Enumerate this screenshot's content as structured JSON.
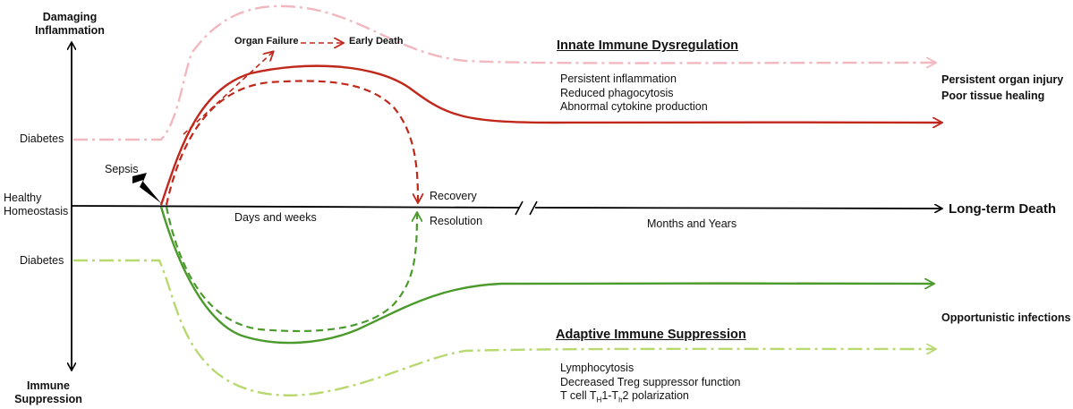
{
  "axis": {
    "top_label_line1": "Damaging",
    "top_label_line2": "Inflammation",
    "bottom_label_line1": "Immune",
    "bottom_label_line2": "Suppression",
    "healthy_line1": "Healthy",
    "healthy_line2": "Homeostasis",
    "diabetes_upper": "Diabetes",
    "diabetes_lower": "Diabetes",
    "sepsis": "Sepsis",
    "days_weeks": "Days and weeks",
    "months_years": "Months and Years",
    "long_term_death": "Long-term Death"
  },
  "innate": {
    "title": "Innate Immune Dysregulation",
    "organ_failure": "Organ Failure",
    "early_death": "Early Death",
    "recovery": "Recovery",
    "features": [
      "Persistent inflammation",
      "Reduced phagocytosis",
      "Abnormal cytokine production"
    ],
    "outcome_line1": "Persistent organ injury",
    "outcome_line2": "Poor tissue healing"
  },
  "adaptive": {
    "title": "Adaptive Immune Suppression",
    "resolution": "Resolution",
    "features_1": "Lymphocytosis",
    "features_2": "Decreased Treg suppressor function",
    "tcell_prefix": "T cell T",
    "tcell_sub1": "H",
    "tcell_mid": "1-T",
    "tcell_sub2": "h",
    "tcell_suffix": "2 polarization",
    "outcome": "Opportunistic infections"
  },
  "colors": {
    "innate": "#c0281c",
    "innate_diabetes": "#f2b8c0",
    "adaptive": "#4a9a2c",
    "adaptive_diabetes": "#b8d870",
    "axis": "#000000"
  }
}
